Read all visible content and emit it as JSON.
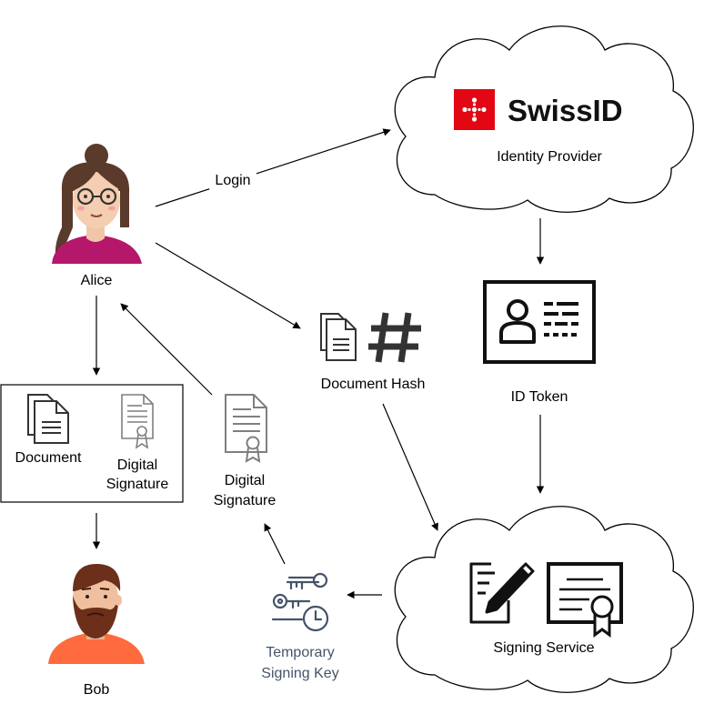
{
  "colors": {
    "brand_red": "#e30613",
    "alice_shirt": "#b5176b",
    "alice_hair": "#5a3a2b",
    "bob_shirt": "#ff6b3d",
    "bob_beard": "#6b2f1a",
    "icon_gray": "#7f7f7f",
    "icon_dark": "#333333",
    "key_text": "#44546a"
  },
  "nodes": {
    "alice": {
      "label": "Alice"
    },
    "bob": {
      "label": "Bob"
    },
    "identity_provider": {
      "brand_name": "SwissID",
      "label": "Identity Provider"
    },
    "id_token": {
      "label": "ID Token"
    },
    "document_hash": {
      "label": "Document Hash"
    },
    "signing_service": {
      "label": "Signing Service"
    },
    "temporary_key": {
      "label_line1": "Temporary",
      "label_line2": "Signing Key"
    },
    "signature_middle": {
      "label_line1": "Digital",
      "label_line2": "Signature"
    },
    "bundle": {
      "document_label": "Document",
      "signature_line1": "Digital",
      "signature_line2": "Signature"
    }
  },
  "edges": [
    {
      "from": "Alice",
      "to": "Identity Provider",
      "label": "Login"
    },
    {
      "from": "Identity Provider",
      "to": "ID Token",
      "label": ""
    },
    {
      "from": "ID Token",
      "to": "Signing Service",
      "label": ""
    },
    {
      "from": "Alice",
      "to": "Document Hash",
      "label": ""
    },
    {
      "from": "Document Hash",
      "to": "Signing Service",
      "label": ""
    },
    {
      "from": "Signing Service",
      "to": "Temporary Signing Key",
      "label": ""
    },
    {
      "from": "Temporary Signing Key",
      "to": "Digital Signature",
      "label": ""
    },
    {
      "from": "Digital Signature",
      "to": "Alice",
      "label": ""
    },
    {
      "from": "Alice",
      "to": "Document + Digital Signature",
      "label": ""
    },
    {
      "from": "Document + Digital Signature",
      "to": "Bob",
      "label": ""
    }
  ],
  "icons": [
    "swissid-logo-icon",
    "id-card-icon",
    "documents-icon",
    "hash-icon",
    "certificate-icon",
    "contract-pen-icon",
    "keys-clock-icon"
  ]
}
